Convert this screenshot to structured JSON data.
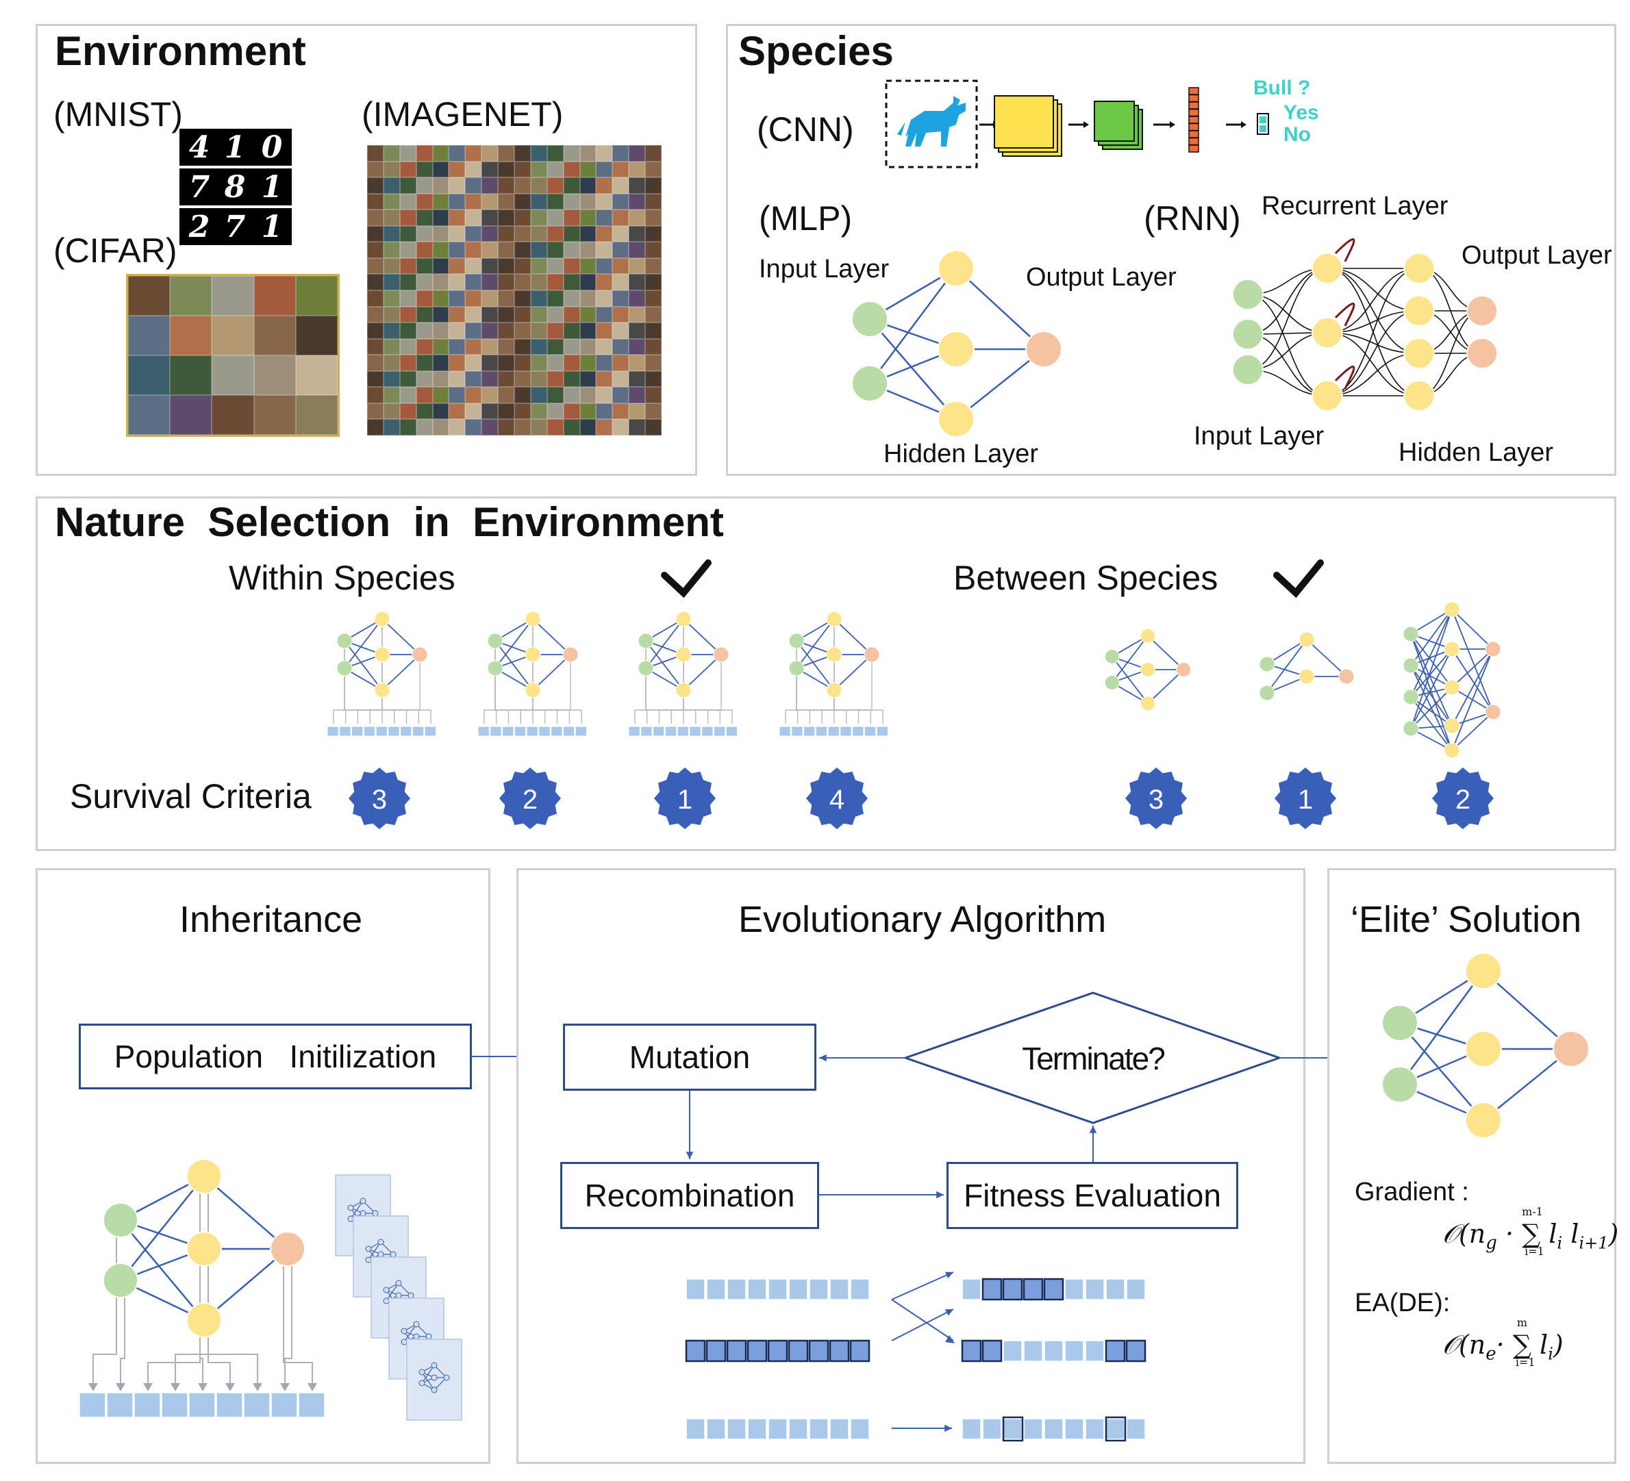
{
  "environment": {
    "title": "Environment",
    "mnist": "(MNIST)",
    "cifar": "(CIFAR)",
    "imagenet": "(IMAGENET)",
    "mnist_digits": [
      "4",
      "1",
      "0",
      "7",
      "8",
      "1",
      "2",
      "7",
      "1"
    ]
  },
  "species": {
    "title": "Species",
    "cnn": "(CNN)",
    "cnn_output": {
      "q": "Bull ?",
      "yes": "Yes",
      "no": "No"
    },
    "mlp": "(MLP)",
    "mlp_input": "Input Layer",
    "mlp_output": "Output Layer",
    "mlp_hidden": "Hidden Layer",
    "rnn": "(RNN)",
    "rnn_recurrent": "Recurrent Layer",
    "rnn_output": "Output Layer",
    "rnn_input": "Input Layer",
    "rnn_hidden": "Hidden Layer"
  },
  "selection": {
    "title": "Nature  Selection  in  Environment",
    "within": "Within Species",
    "between": "Between Species",
    "survival": "Survival Criteria",
    "within_ranks": [
      "3",
      "2",
      "1",
      "4"
    ],
    "between_ranks": [
      "3",
      "1",
      "2"
    ]
  },
  "inheritance": {
    "title": "Inheritance",
    "population": "Population   Initilization"
  },
  "ea": {
    "title": "Evolutionary Algorithm",
    "mutation": "Mutation",
    "terminate": "Terminate?",
    "recombination": "Recombination",
    "fitness": "Fitness Evaluation"
  },
  "elite": {
    "title": "‘Elite’ Solution",
    "gradient": "Gradient :",
    "ea_de": "EA(DE):"
  },
  "colors": {
    "line": "#3a5fb0",
    "border": "#2b4c8c",
    "node_yellow": "#fde48a",
    "node_green": "#b9dba6",
    "node_orange": "#f6c3a2",
    "badge": "#3a5fb8",
    "block": "#a9c8ea",
    "block_dark": "#7a9fdc",
    "teal": "#40d0c8",
    "arrow_red": "#7a1a1a"
  }
}
